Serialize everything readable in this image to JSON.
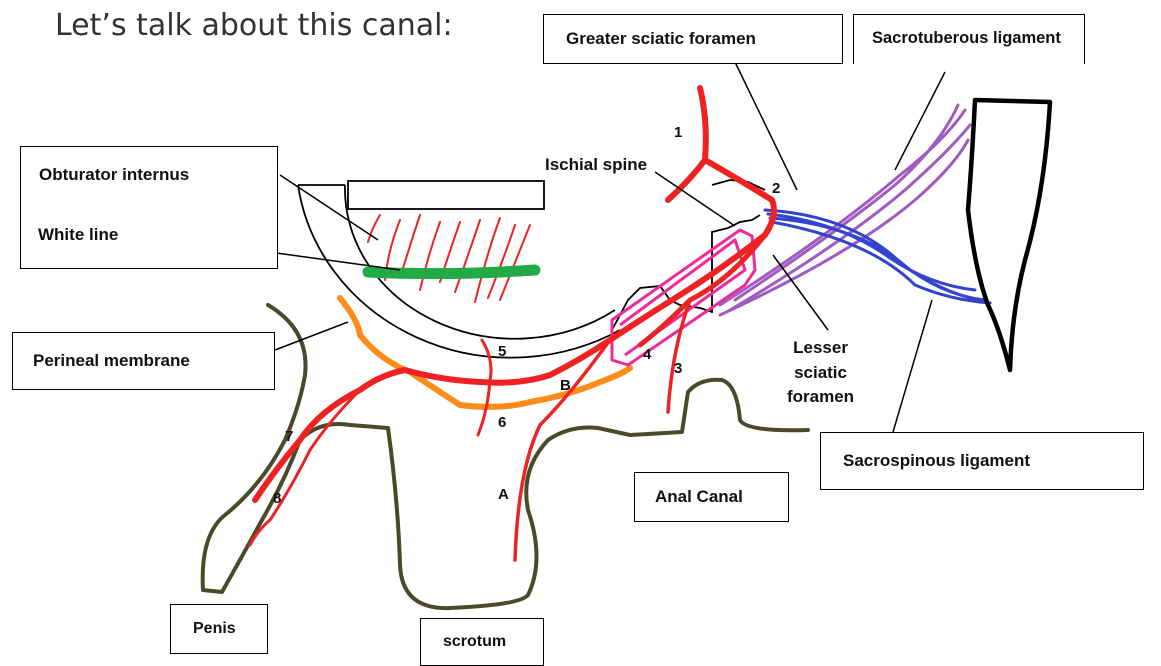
{
  "title": "Let’s talk about this canal:",
  "labels": {
    "greater_sciatic_foramen": "Greater sciatic foramen",
    "sacrotuberous_ligament": "Sacrotuberous ligament",
    "obturator_internus": "Obturator internus",
    "white_line": "White line",
    "ischial_spine": "Ischial spine",
    "perineal_membrane": "Perineal membrane",
    "lesser_sciatic_foramen_1": "Lesser",
    "lesser_sciatic_foramen_2": "sciatic",
    "lesser_sciatic_foramen_3": "foramen",
    "sacrospinous_ligament": "Sacrospinous ligament",
    "anal_canal": "Anal Canal",
    "penis": "Penis",
    "scrotum": "scrotum"
  },
  "markers": {
    "n1": "1",
    "n2": "2",
    "n3": "3",
    "n4": "4",
    "n5": "5",
    "n6": "6",
    "n7": "7",
    "n8": "8",
    "A": "A",
    "B": "B"
  },
  "colors": {
    "nerve": "#ee2222",
    "ligament_sacrospinous": "#3344cc",
    "ligament_sacrotuberous": "#a05ac0",
    "white_line": "#22aa44",
    "perineal_membrane": "#ff8c1a",
    "canal": "#ee2a9a",
    "skin_outline": "#4a4a2a"
  }
}
